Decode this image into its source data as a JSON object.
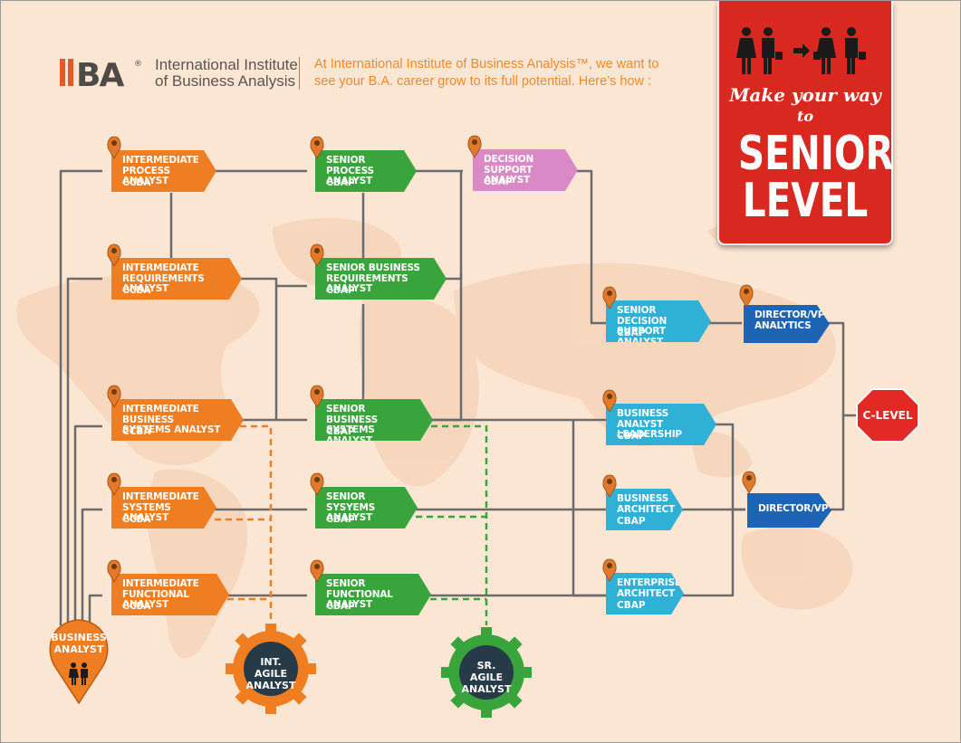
{
  "header": {
    "logo_text": "IIBA",
    "org_name_line1": "International Institute",
    "org_name_line2": "of Business Analysis",
    "tagline_line1": "At International Institute of Business Analysis™, we want to",
    "tagline_line2": "see your B.A. career grow to its full potential. Here’s how :"
  },
  "banner": {
    "line1": "Make your way",
    "line2": "to",
    "line3": "SENIOR",
    "line4": "LEVEL",
    "color": "#d9281f"
  },
  "start": {
    "label_line1": "BUSINESS",
    "label_line2": "ANALYST"
  },
  "end": {
    "label": "C-LEVEL",
    "color": "#e32925"
  },
  "gears": {
    "int_agile": {
      "line1": "INT. AGILE",
      "line2": "ANALYST",
      "color": "#ef7d22"
    },
    "sr_agile": {
      "line1": "SR. AGILE",
      "line2": "ANALYST",
      "color": "#3aa43c"
    }
  },
  "roles": {
    "ipa": {
      "title1": "INTERMEDIATE",
      "title2": "PROCESS ANALYST",
      "cert": "CCBA"
    },
    "ira": {
      "title1": "INTERMEDIATE",
      "title2": "REQUIREMENTS ANALYST",
      "cert": "CCBA"
    },
    "ibsa": {
      "title1": "INTERMEDIATE BUSINESS",
      "title2": "SYSTEMS ANALYST",
      "cert": "CCBA"
    },
    "isa": {
      "title1": "INTERMEDIATE",
      "title2": "SYSTEMS ANALYST",
      "cert": "CCBA"
    },
    "ifa": {
      "title1": "INTERMEDIATE",
      "title2": "FUNCTIONAL ANALYST",
      "cert": "CCBA"
    },
    "spa": {
      "title1": "SENIOR PROCESS",
      "title2": "ANALYST",
      "cert": "CBAP"
    },
    "sbra": {
      "title1": "SENIOR BUSINESS",
      "title2": "REQUIREMENTS ANALYST",
      "cert": "CBAP"
    },
    "sbsa": {
      "title1": "SENIOR BUSINESS",
      "title2": "SYSTEMS ANALYST",
      "cert": "CBAP"
    },
    "ssa": {
      "title1": "SENIOR SYSYEMS",
      "title2": "ANALYST",
      "cert": "CBAP"
    },
    "sfa": {
      "title1": "SENIOR FUNCTIONAL",
      "title2": "ANALYST",
      "cert": "CBAP"
    },
    "dsa": {
      "title1": "DECISION",
      "title2": "SUPPORT ANALYST",
      "cert": "CBAP"
    },
    "sdsa": {
      "title1": "SENIOR DECISION",
      "title2": "SUPPORT ANALYST",
      "cert": "CBAP"
    },
    "bal": {
      "title1": "BUSINESS ANALYST",
      "title2": "LEADERSHIP",
      "cert": "CBAP"
    },
    "barch": {
      "title1": "BUSINESS",
      "title2": "ARCHITECT",
      "cert": "CBAP"
    },
    "earch": {
      "title1": "ENTERPRISE",
      "title2": "ARCHITECT",
      "cert": "CBAP"
    },
    "dvpa": {
      "title1": "DIRECTOR/VP",
      "title2": "ANALYTICS",
      "cert": ""
    },
    "dvp": {
      "title1": "DIRECTOR/VP",
      "title2": "",
      "cert": ""
    }
  },
  "colors": {
    "intermediate": "#ef7d22",
    "senior": "#3aa43c",
    "decision": "#d98ac6",
    "leadership": "#2eb0d7",
    "director": "#1e64b4",
    "connector": "#6b6b6b"
  }
}
